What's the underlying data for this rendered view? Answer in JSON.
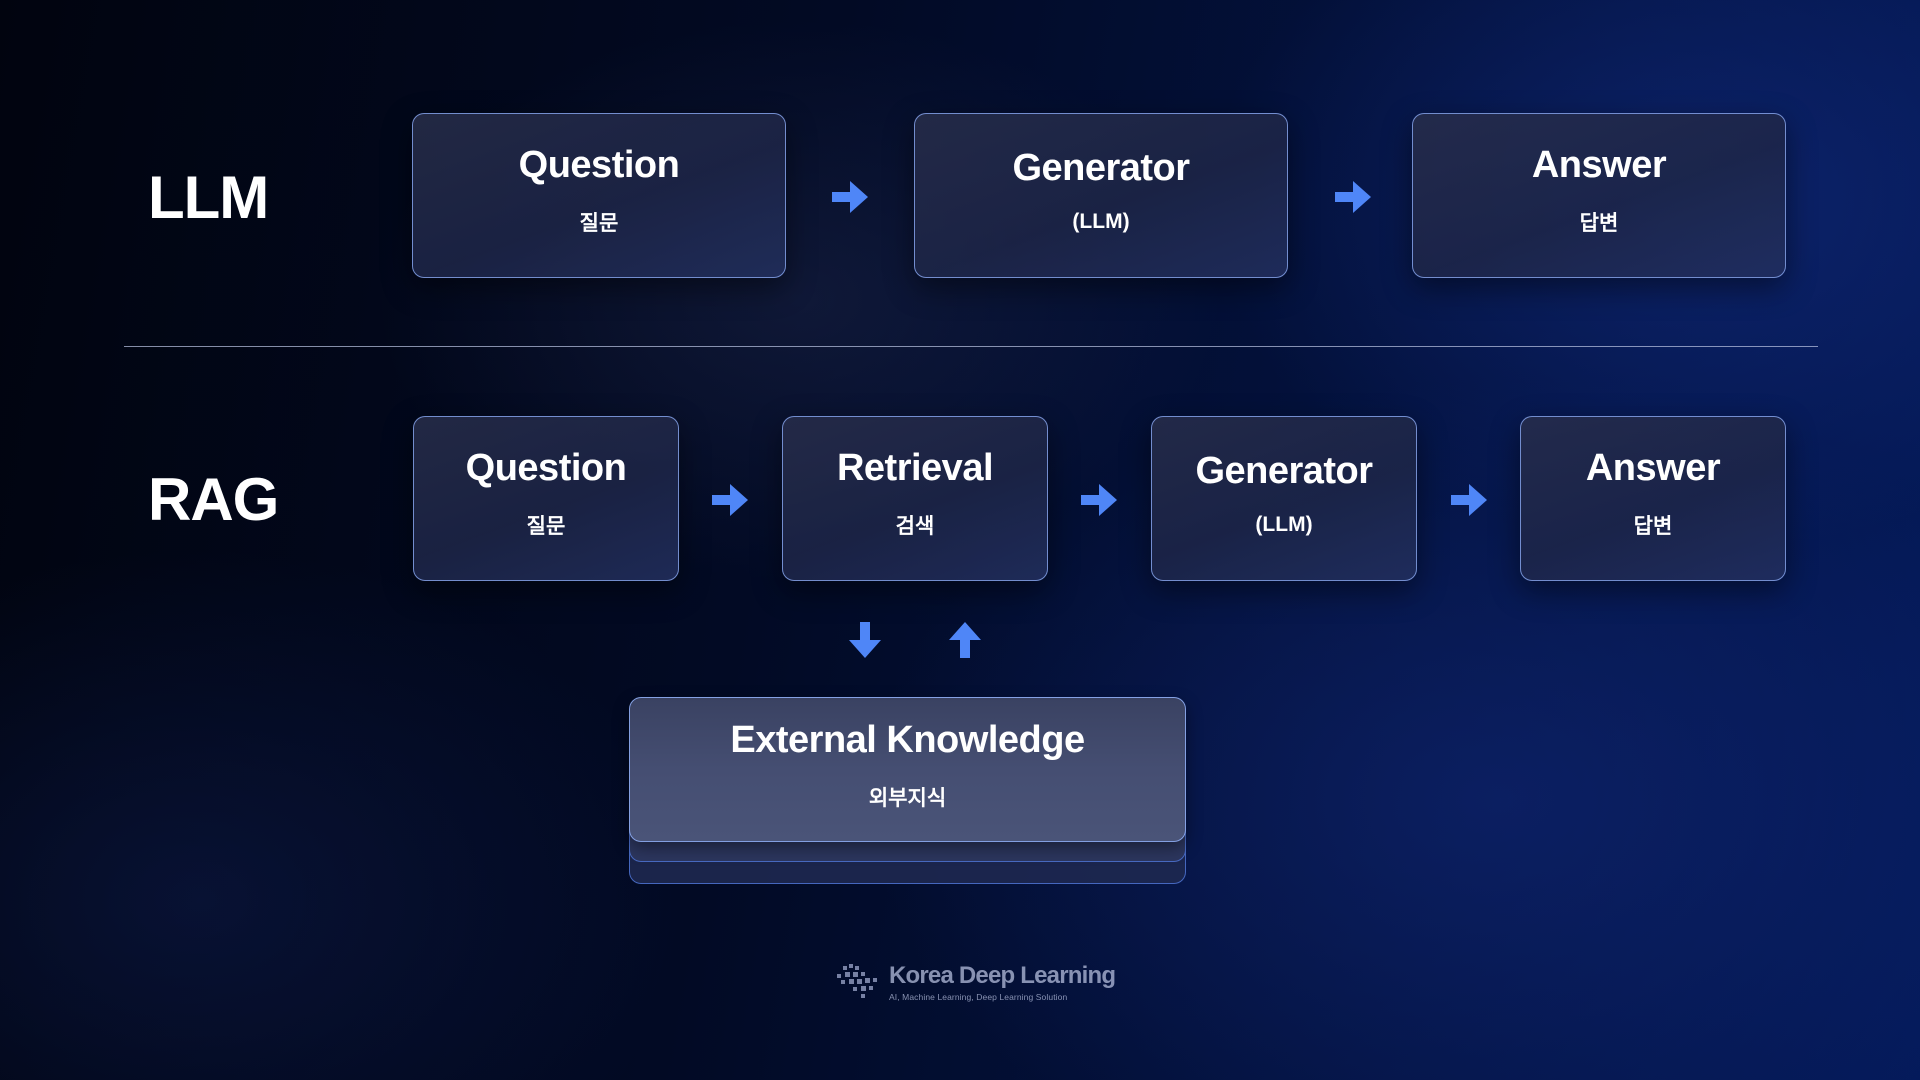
{
  "llm_row": {
    "label": "LLM",
    "steps": [
      {
        "title": "Question",
        "subtitle": "질문"
      },
      {
        "title": "Generator",
        "subtitle": "(LLM)"
      },
      {
        "title": "Answer",
        "subtitle": "답변"
      }
    ]
  },
  "rag_row": {
    "label": "RAG",
    "steps": [
      {
        "title": "Question",
        "subtitle": "질문"
      },
      {
        "title": "Retrieval",
        "subtitle": "검색"
      },
      {
        "title": "Generator",
        "subtitle": "(LLM)"
      },
      {
        "title": "Answer",
        "subtitle": "답변"
      }
    ],
    "knowledge_source": {
      "title": "External Knowledge",
      "subtitle": "외부지식"
    }
  },
  "colors": {
    "arrow": "#4f86f7",
    "box_border": "#8aa4e6",
    "text": "#ffffff",
    "background": "#020a24"
  },
  "footer": {
    "brand": "Korea Deep Learning",
    "tagline": "AI, Machine Learning, Deep Learning Solution"
  }
}
